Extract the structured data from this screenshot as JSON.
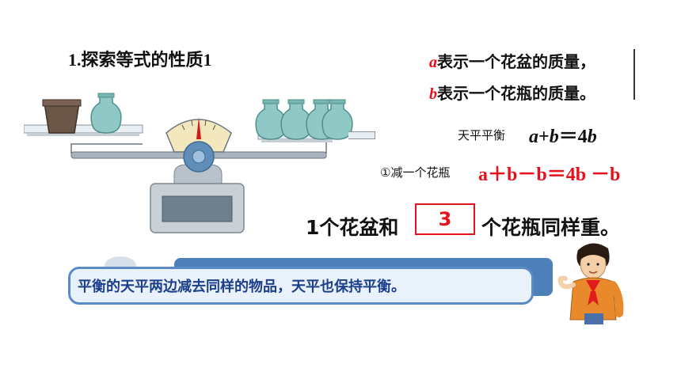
{
  "title": "1.探索等式的性质1",
  "definition": {
    "line1_var": "a",
    "line1_text": "表示一个花盆的质量，",
    "line2_var": "b",
    "line2_text": "表示一个花瓶的质量。"
  },
  "balance_label": "天平平衡",
  "equation1": {
    "a": "a",
    "plus": "+",
    "b": "b",
    "eq": "＝4",
    "b2": "b"
  },
  "step_label": "①减一个花瓶",
  "equation2": "a＋b－b＝4b －b",
  "answer": {
    "prefix": "1个花盆和",
    "value": "3",
    "suffix": "个花瓶同样重。"
  },
  "bubble_text": "平衡的天平两边减去同样的物品，天平也保持平衡。",
  "colors": {
    "accent_red": "#e8101a",
    "bubble_blue": "#4d7fb8",
    "text_blue": "#1b3f8a"
  }
}
